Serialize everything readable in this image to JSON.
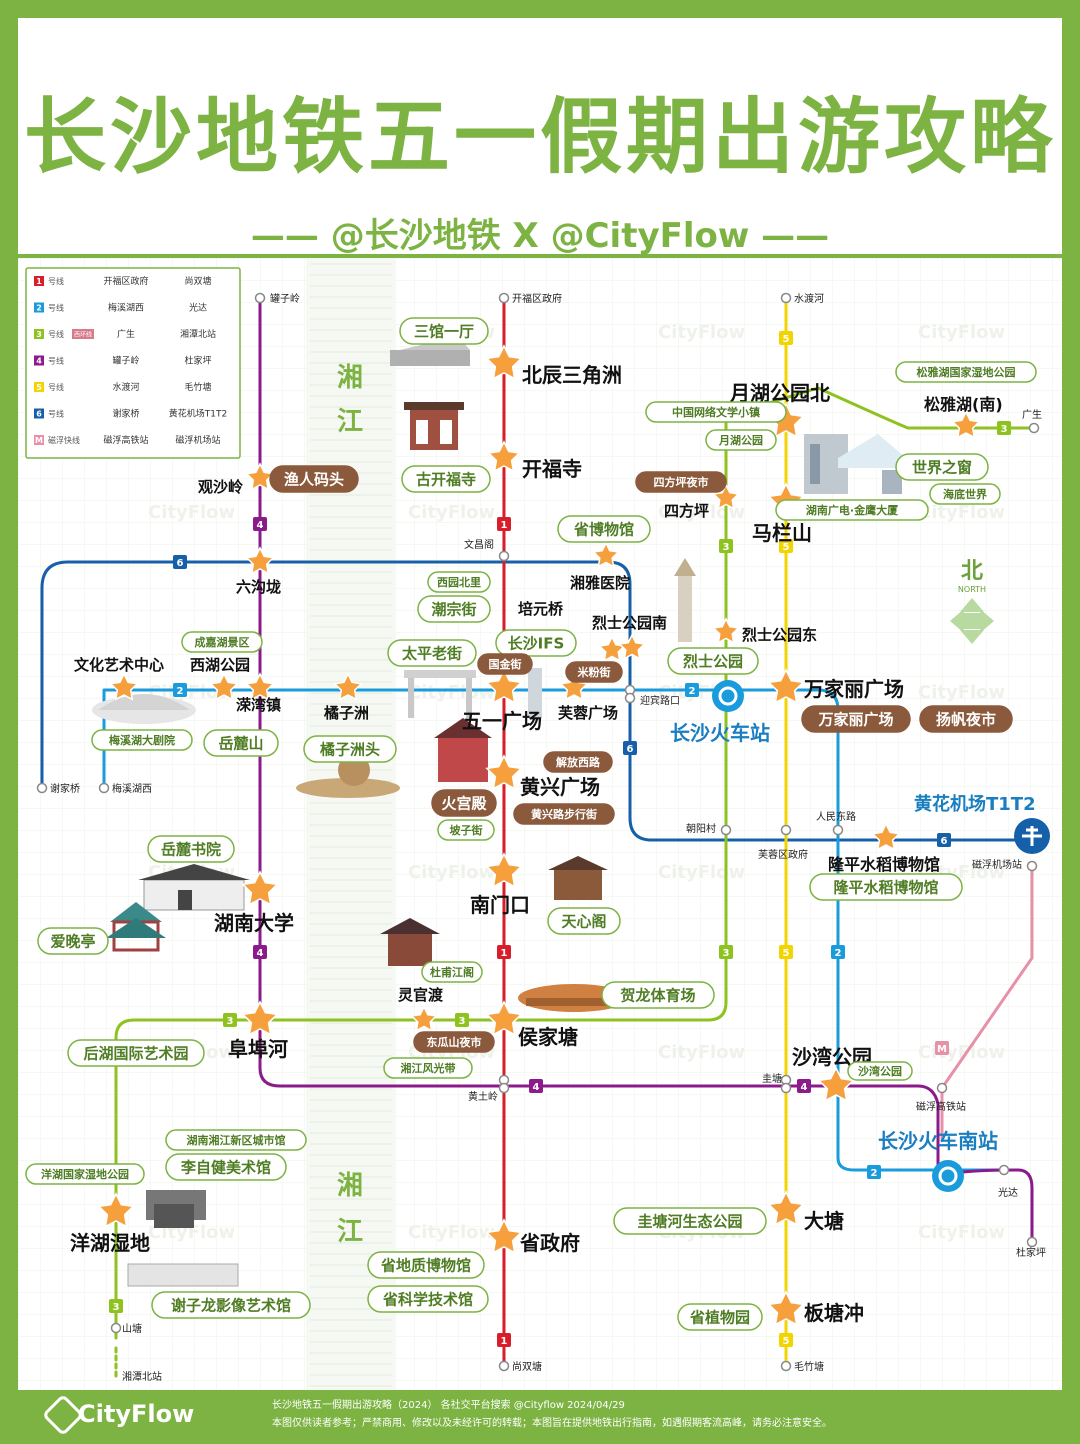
{
  "header": {
    "title": "长沙地铁五一假期出游攻略",
    "subtitle": "—— @长沙地铁 X @CityFlow ——"
  },
  "legend": [
    {
      "no": "1",
      "name": "号线",
      "from": "开福区政府",
      "to": "尚双塘",
      "color": "#d81e2a"
    },
    {
      "no": "2",
      "name": "号线",
      "from": "梅溪湖西",
      "to": "光达",
      "color": "#1a9bdc"
    },
    {
      "no": "3",
      "name": "号线",
      "from": "广生",
      "to": "湘潭北站",
      "color": "#8dc21f",
      "tag": "西环线"
    },
    {
      "no": "4",
      "name": "号线",
      "from": "罐子岭",
      "to": "杜家坪",
      "color": "#8b1a8b"
    },
    {
      "no": "5",
      "name": "号线",
      "from": "水渡河",
      "to": "毛竹塘",
      "color": "#f2d400"
    },
    {
      "no": "6",
      "name": "号线",
      "from": "谢家桥",
      "to": "黄花机场T1T2",
      "color": "#1560a8"
    },
    {
      "no": "M",
      "name": "磁浮快线",
      "from": "磁浮高铁站",
      "to": "磁浮机场站",
      "color": "#e890a8"
    }
  ],
  "river": "湘江",
  "compass": {
    "label": "北",
    "sub": "NORTH"
  },
  "watermark": "CityFlow",
  "stations": {
    "big": [
      "北辰三角洲",
      "开福寺",
      "五一广场",
      "黄兴广场",
      "南门口",
      "侯家塘",
      "省政府",
      "月湖公园北",
      "马栏山",
      "万家丽广场",
      "长沙火车站",
      "隆平水稻博物馆",
      "沙湾公园",
      "大塘",
      "板塘冲",
      "湖南大学",
      "阜埠河",
      "洋湖湿地",
      "长沙火车南站",
      "黄花机场T1T2",
      "松雅湖(南)"
    ],
    "mid": [
      "观沙岭",
      "六沟垅",
      "文化艺术中心",
      "西湖公园",
      "溁湾镇",
      "橘子洲",
      "湘雅医院",
      "培元桥",
      "烈士公园南",
      "烈士公园东",
      "四方坪",
      "芙蓉广场",
      "灵官渡"
    ],
    "small": [
      "罐子岭",
      "开福区政府",
      "水渡河",
      "广生",
      "文昌阁",
      "迎宾路口",
      "谢家桥",
      "梅溪湖西",
      "朝阳村",
      "芙蓉区政府",
      "人民东路",
      "磁浮机场站",
      "磁浮高铁站",
      "光达",
      "杜家坪",
      "圭塘",
      "黄土岭",
      "山塘",
      "湘潭北站",
      "尚双塘",
      "毛竹塘"
    ]
  },
  "attractions": [
    "三馆一厅",
    "古开福寺",
    "渔人码头",
    "省博物馆",
    "西园北里",
    "潮宗街",
    "长沙IFS",
    "国金街",
    "太平老街",
    "米粉街",
    "成嘉湖景区",
    "梅溪湖大剧院",
    "岳麓山",
    "橘子洲头",
    "解放西路",
    "火宫殿",
    "黄兴路步行街",
    "坡子街",
    "岳麓书院",
    "爱晚亭",
    "天心阁",
    "杜甫江阁",
    "贺龙体育场",
    "东瓜山夜市",
    "湘江风光带",
    "后湖国际艺术园",
    "湖南湘江新区城市馆",
    "李自健美术馆",
    "洋湖国家湿地公园",
    "省地质博物馆",
    "谢子龙影像艺术馆",
    "省科学技术馆",
    "中国网络文学小镇",
    "月湖公园",
    "四方坪夜市",
    "松雅湖国家湿地公园",
    "世界之窗",
    "海底世界",
    "湖南广电·金鹰大厦",
    "烈士公园",
    "万家丽广场",
    "扬帆夜市",
    "隆平水稻博物馆",
    "沙湾公园",
    "圭塘河生态公园",
    "省植物园"
  ],
  "footer": {
    "brand": "CityFlow",
    "line1": "长沙地铁五一假期出游攻略（2024）      各社交平台搜索 @Cityflow      2024/04/29",
    "line2": "本图仅供读者参考；严禁商用、修改以及未经许可的转载；本图旨在提供地铁出行指南，如遇假期客流高峰，请务必注意安全。"
  },
  "colors": {
    "brand": "#7cb342",
    "line1": "#d81e2a",
    "line2": "#1a9bdc",
    "line3": "#8dc21f",
    "line4": "#8b1a8b",
    "line5": "#f2d400",
    "line6": "#1560a8",
    "maglev": "#e890a8",
    "star": "#f5a03c",
    "tagBrown": "#8b5a3c"
  }
}
